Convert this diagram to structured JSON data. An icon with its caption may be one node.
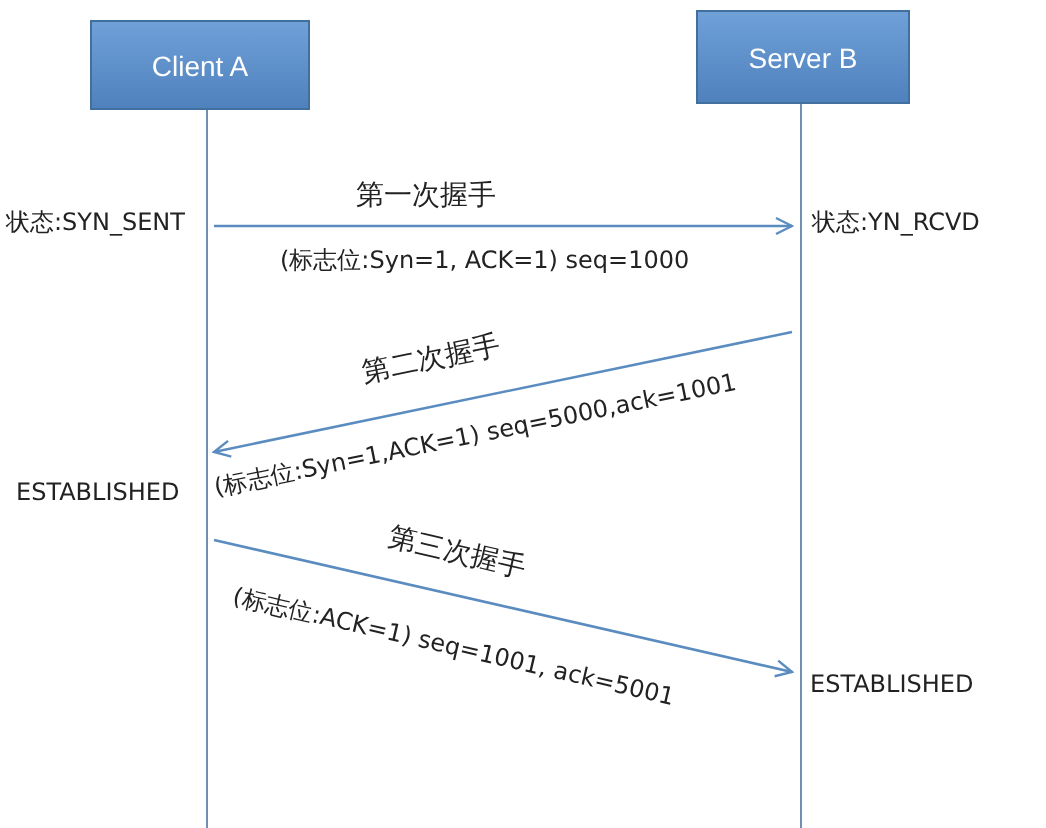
{
  "diagram": {
    "nodes": [
      {
        "text": [
          "Client A"
        ]
      },
      {
        "text": [
          "Server B"
        ]
      }
    ],
    "edges": [
      {
        "from": 0,
        "to": 1,
        "arrow": "to",
        "label": "第一次握手"
      },
      {
        "from": 1,
        "to": 0,
        "arrow": "to",
        "label": "第二次握手"
      },
      {
        "from": 0,
        "to": 1,
        "arrow": "to",
        "label": "第三次握手"
      }
    ],
    "labels": [
      "状态:SYN_SENT",
      "状态:YN_RCVD",
      "(标志位:Syn=1, ACK=1)  seq=1000",
      "(标志位:Syn=1,ACK=1)   seq=5000,ack=1001",
      "ESTABLISHED",
      "(标志位:ACK=1)  seq=1001, ack=5001",
      "ESTABLISHED"
    ]
  }
}
